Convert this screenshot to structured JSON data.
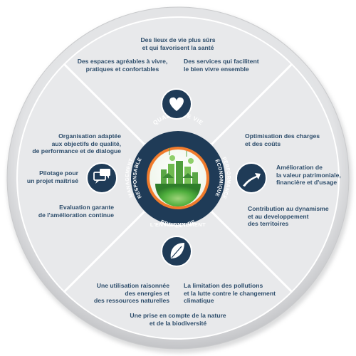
{
  "center": {
    "ring_labels": {
      "top": "QUALITÉ DE VIE",
      "right_1": "PERFORMANCE",
      "right_2": "ÉCONOMIQUE",
      "bottom_1": "RESPECT DE",
      "bottom_2": "L'ENVIRONNEMENT",
      "left_1": "MANAGEMENT",
      "left_2": "RESPONSABLE"
    },
    "colors": {
      "ring": "#1f3b57",
      "accent": "#f07b2c",
      "icon_bg": "#1f3b57",
      "text": "#2d4d6b",
      "quadrant_bg": "#e6e7e9",
      "outer_rim": "#c9cacc"
    }
  },
  "quadrants": {
    "top": {
      "icon": "heart-icon",
      "items": [
        {
          "line1": "Des lieux de vie plus sûrs",
          "line2": "et qui favorisent la santé"
        },
        {
          "line1": "Des espaces agréables à vivre,",
          "line2": "pratiques et confortables"
        },
        {
          "line1": "Des services qui facilitent",
          "line2": "le bien vivre ensemble"
        }
      ]
    },
    "right": {
      "icon": "growth-arrow-icon",
      "items": [
        {
          "line1": "Optimisation des charges",
          "line2": "et des coûts",
          "line3": ""
        },
        {
          "line1": "Amélioration de",
          "line2": "la valeur patrimoniale,",
          "line3": "financière et d'usage"
        },
        {
          "line1": "Contribution au dynamisme",
          "line2": "et au developpement",
          "line3": "des territoires"
        }
      ]
    },
    "bottom": {
      "icon": "leaf-icon",
      "items": [
        {
          "line1": "Une utilisation raisonnée",
          "line2": "des energies et",
          "line3": "des ressources naturelles"
        },
        {
          "line1": "La limitation des pollutions",
          "line2": "et la lutte contre le changement",
          "line3": "climatique"
        },
        {
          "line1": "Une prise en compte de la nature",
          "line2": "et de la biodiversité",
          "line3": ""
        }
      ]
    },
    "left": {
      "icon": "speech-bubbles-icon",
      "items": [
        {
          "line1": "Organisation adaptée",
          "line2": "aux objectifs de qualité,",
          "line3": "de performance et de dialogue"
        },
        {
          "line1": "Pilotage pour",
          "line2": "un projet maîtrisé",
          "line3": ""
        },
        {
          "line1": "Evaluation garante",
          "line2": "de l'amélioration continue",
          "line3": ""
        }
      ]
    }
  }
}
